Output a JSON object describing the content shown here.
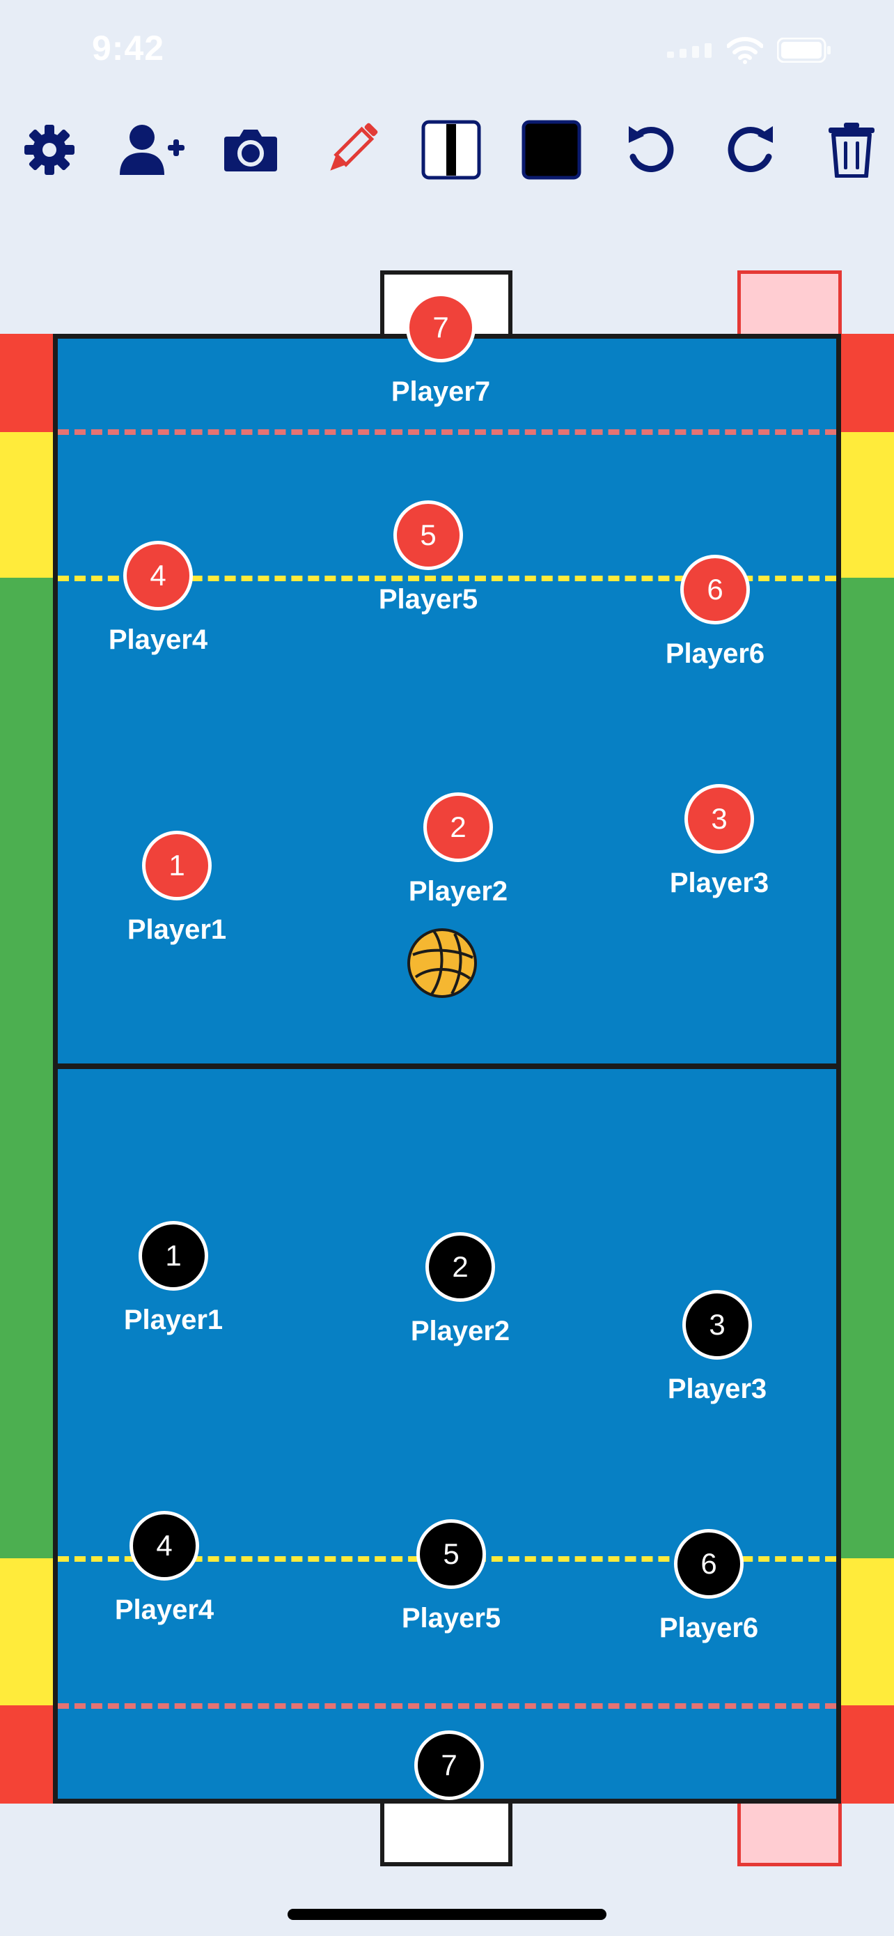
{
  "status_bar": {
    "time": "9:42",
    "icons": [
      "signal-icon",
      "wifi-icon",
      "battery-icon"
    ]
  },
  "toolbar": {
    "icon_color": "#0a1a6e",
    "pencil_color": "#e23b36",
    "tools": [
      {
        "name": "settings-button",
        "icon": "gear-icon"
      },
      {
        "name": "add-player-button",
        "icon": "user-plus-icon"
      },
      {
        "name": "camera-button",
        "icon": "camera-icon"
      },
      {
        "name": "draw-button",
        "icon": "pencil-icon"
      },
      {
        "name": "line-style-button",
        "icon": "stripe-icon"
      },
      {
        "name": "color-button",
        "icon": "color-swatch-icon",
        "value": "#000000"
      },
      {
        "name": "undo-button",
        "icon": "undo-icon"
      },
      {
        "name": "redo-button",
        "icon": "redo-icon"
      },
      {
        "name": "delete-button",
        "icon": "trash-icon"
      }
    ]
  },
  "court": {
    "water_color": "#0780c4",
    "zone_colors": {
      "red": "#f44336",
      "yellow": "#ffeb3b",
      "green": "#4caf50"
    },
    "dash_colors": {
      "two_meter": "#e57373",
      "five_meter": "#ffeb3b"
    }
  },
  "teams": {
    "red": {
      "color": "#f0423a",
      "players": [
        {
          "number": "7",
          "name": "Player7"
        },
        {
          "number": "5",
          "name": "Player5"
        },
        {
          "number": "4",
          "name": "Player4"
        },
        {
          "number": "6",
          "name": "Player6"
        },
        {
          "number": "1",
          "name": "Player1"
        },
        {
          "number": "2",
          "name": "Player2"
        },
        {
          "number": "3",
          "name": "Player3"
        }
      ]
    },
    "black": {
      "color": "#000000",
      "players": [
        {
          "number": "1",
          "name": "Player1"
        },
        {
          "number": "2",
          "name": "Player2"
        },
        {
          "number": "3",
          "name": "Player3"
        },
        {
          "number": "4",
          "name": "Player4"
        },
        {
          "number": "5",
          "name": "Player5"
        },
        {
          "number": "6",
          "name": "Player6"
        },
        {
          "number": "7",
          "name": ""
        }
      ]
    }
  },
  "ball": {
    "icon": "water-polo-ball-icon",
    "color": "#f5b731"
  }
}
